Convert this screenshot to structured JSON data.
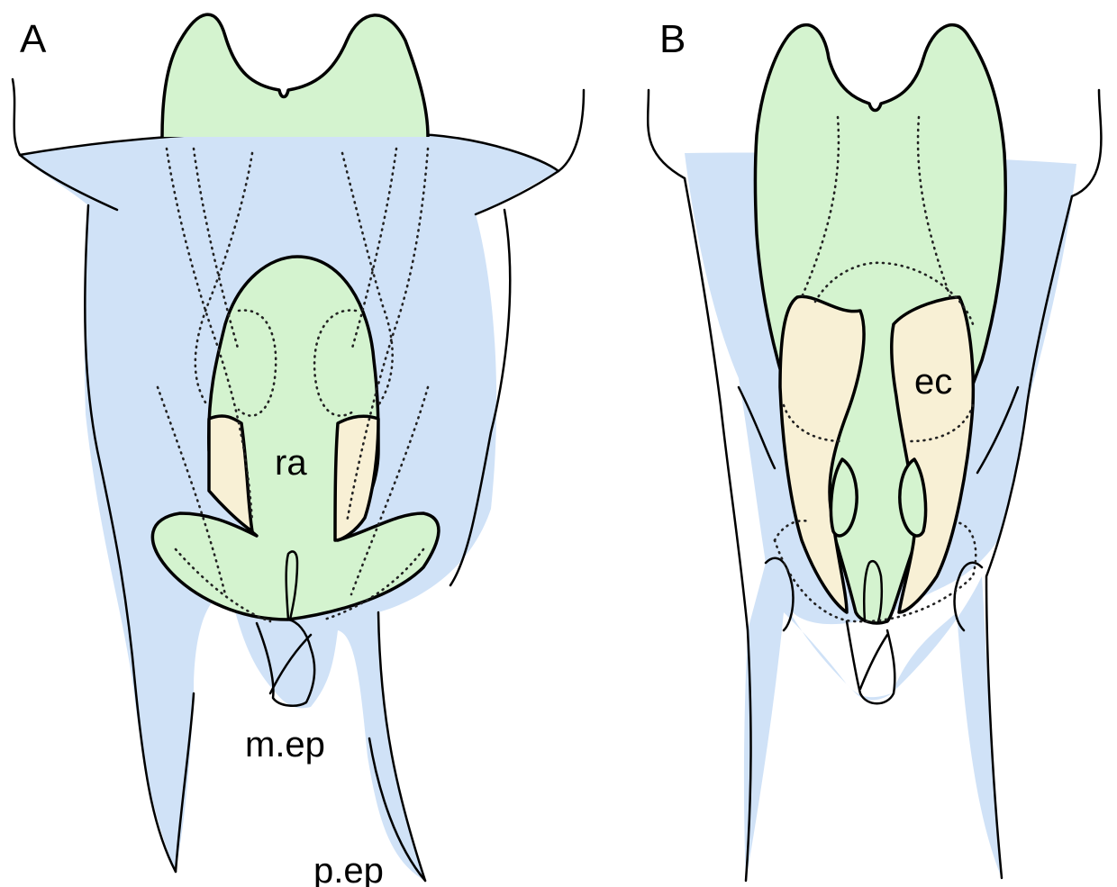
{
  "panels": [
    {
      "letter": "A",
      "labels": {
        "ra": "ra",
        "mep": "m.ep",
        "pep": "p.ep"
      }
    },
    {
      "letter": "B",
      "labels": {
        "ec": "ec"
      }
    }
  ],
  "colors": {
    "blue_region": "#d0e2f7",
    "green_region": "#d4f3cf",
    "tan_region": "#f8f0d5",
    "outline": "#000000"
  }
}
